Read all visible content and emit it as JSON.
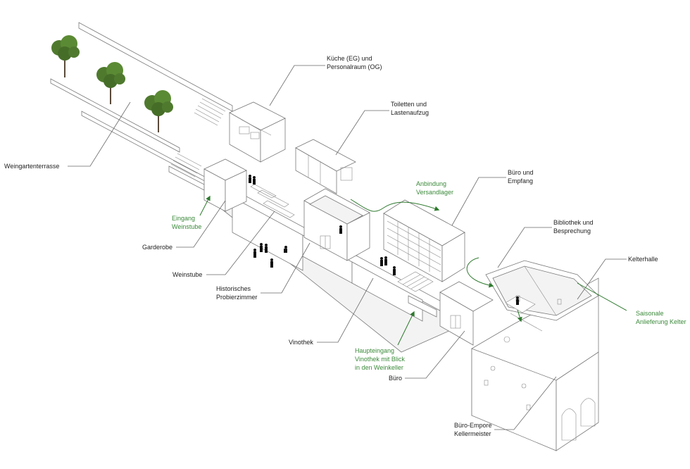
{
  "labels": {
    "kueche_line1": "Küche (EG) und",
    "kueche_line2": "Personalraum (OG)",
    "toiletten_line1": "Toiletten und",
    "toiletten_line2": "Lastenaufzug",
    "buero_empfang_line1": "Büro und",
    "buero_empfang_line2": "Empfang",
    "bibliothek_line1": "Bibliothek und",
    "bibliothek_line2": "Besprechung",
    "kelterhalle": "Kelterhalle",
    "weingartenterrasse": "Weingartenterrasse",
    "garderobe": "Garderobe",
    "weinstube": "Weinstube",
    "probierzimmer_line1": "Historisches",
    "probierzimmer_line2": "Probierzimmer",
    "vinothek": "Vinothek",
    "buero": "Büro",
    "empore_line1": "Büro-Empore",
    "empore_line2": "Kellermeister"
  },
  "green_labels": {
    "eingang_line1": "Eingang",
    "eingang_line2": "Weinstube",
    "anbindung_line1": "Anbindung",
    "anbindung_line2": "Versandlager",
    "haupteingang_line1": "Haupteingang",
    "haupteingang_line2": "Vinothek mit Blick",
    "haupteingang_line3": "in den Weinkeller",
    "saisonale_line1": "Saisonale",
    "saisonale_line2": "Anlieferung Kelter"
  },
  "colors": {
    "label_text": "#222222",
    "green_accent": "#3c8a3c",
    "line_gray": "#7a7a7a",
    "tree_green": "#4f7a2e"
  }
}
